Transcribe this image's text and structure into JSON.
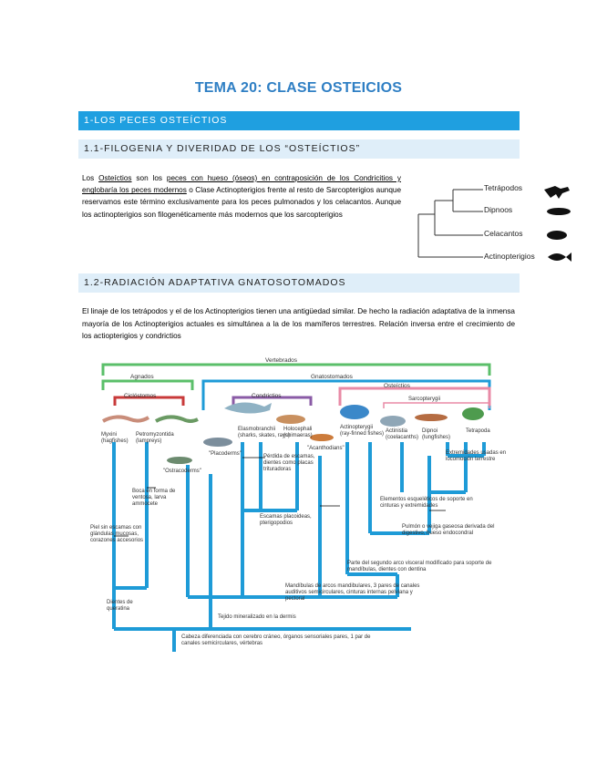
{
  "title": "TEMA 20: CLASE OSTEICIOS",
  "section1": "1-LOS PECES OSTEÍCTIOS",
  "section1_1": "1.1-FILOGENIA Y DIVERIDAD DE LOS “OSTEÍCTIOS”",
  "para1": {
    "p1": "Los ",
    "u1": "Osteíctios",
    "p2": " son los ",
    "u2": "peces con hueso (óseos) en contraposición de los Condricitios y englobaría los peces modernos",
    "p3": " o Clase Actinopterigios frente al resto de Sarcopterigios aunque reservamos este término exclusivamente para los peces pulmonados y los celacantos. Aunque los actinopterigios son filogenéticamente más modernos que los sarcopterigios"
  },
  "tree": {
    "labels": [
      "Tetrápodos",
      "Dipnoos",
      "Celacantos",
      "Actinopterigios"
    ]
  },
  "section1_2": "1.2-RADIACIÓN ADAPTATIVA GNATOSOTOMADOS",
  "para2": "El linaje de los tetrápodos y el de los Actinopterigios tienen una antigüedad similar. De hecho la radiación adaptativa de la inmensa mayoría de los Actinopterigios actuales es simultánea a la de los mamíferos terrestres. Relación inversa entre el crecimiento de los actiopterigios y condrictios",
  "cladogram": {
    "groups": {
      "vertebrados": "Vertebrados",
      "agnados": "Agnados",
      "gnatostomados": "Gnatostomados",
      "ciclostomos": "Ciclóstomos",
      "condrictios": "Condrictios",
      "osteictios": "Osteíctios",
      "sarcopterygii": "Sarcopterygii"
    },
    "taxa": [
      {
        "name": "Myxini",
        "sub": "(hagfishes)"
      },
      {
        "name": "Petromyzontida",
        "sub": "(lampreys)"
      },
      {
        "name": "\"Placoderms\"",
        "sub": ""
      },
      {
        "name": "\"Ostracoderms\"",
        "sub": ""
      },
      {
        "name": "Elasmobranchii",
        "sub": "(sharks, skates, rays)"
      },
      {
        "name": "Holocephali",
        "sub": "(chimaeras)"
      },
      {
        "name": "\"Acanthodians\"",
        "sub": ""
      },
      {
        "name": "Actinopterygii",
        "sub": "(ray-finned fishes)"
      },
      {
        "name": "Actinistia",
        "sub": "(coelacanths)"
      },
      {
        "name": "Dipnoi",
        "sub": "(lungfishes)"
      },
      {
        "name": "Tetrapoda",
        "sub": ""
      }
    ],
    "traits": {
      "t1": "Extremidades usadas en locomoción terrestre",
      "t2": "Elementos esqueléticos de soporte en cinturas y extremidades",
      "t3": "Pulmón o vejiga gaseosa derivada del digestivo, hueso endocondral",
      "t4": "Parte del segundo arco visceral modificado para soporte de mandíbulas, dientes con dentina",
      "t5": "Pérdida de escamas, dientes como placas trituradoras",
      "t6": "Escamas placoideas, pterigopodios",
      "t7": "Boca en forma de ventosa, larva ammocete",
      "t8": "Piel sin escamas con glándulas mucosas, corazones accesorios",
      "t9": "Dientes de queratina",
      "t10": "Mandíbulas de arcos mandibulares, 3 pares de canales auditivos semicirculares, cinturas internas pelviana y pectoral",
      "t11": "Tejido mineralizado en la dermis",
      "t12": "Cabeza diferenciada con cerebro cráneo, órganos sensoriales pares, 1 par de canales semicirculares, vértebras"
    }
  },
  "colors": {
    "title": "#2f7fc4",
    "bar_dark": "#1f9fe0",
    "bar_light": "#dfeef9",
    "clado_blue": "#1e9bd7",
    "clado_green": "#5bbf6a",
    "clado_pink": "#e88aa6",
    "clado_purple": "#8a5ba6",
    "clado_red": "#c83a3a"
  }
}
